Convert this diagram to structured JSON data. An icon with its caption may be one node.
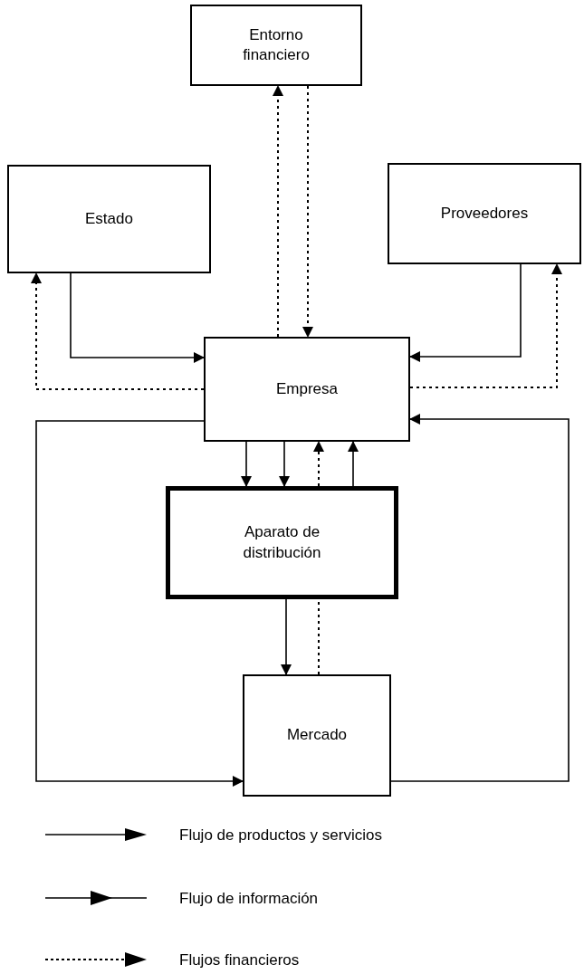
{
  "diagram": {
    "nodes": [
      {
        "text": [
          "Entorno financiero"
        ]
      },
      {
        "text": [
          "Estado"
        ]
      },
      {
        "text": [
          "Proveedores"
        ]
      },
      {
        "text": [
          "Empresa"
        ]
      },
      {
        "text": [
          "Aparato de distribución"
        ]
      },
      {
        "text": [
          "Mercado"
        ]
      }
    ],
    "edges": [
      {
        "from": 3,
        "to": 0,
        "arrow": "to",
        "style": "dashed"
      },
      {
        "from": 0,
        "to": 3,
        "arrow": "to",
        "style": "dashed"
      },
      {
        "from": 1,
        "to": 3,
        "arrow": "to"
      },
      {
        "from": 3,
        "to": 1,
        "arrow": "to",
        "style": "dashed"
      },
      {
        "from": 2,
        "to": 3,
        "arrow": "to"
      },
      {
        "from": 3,
        "to": 2,
        "arrow": "to",
        "style": "dashed"
      },
      {
        "from": 3,
        "to": 4,
        "arrow": "to"
      },
      {
        "from": 3,
        "to": 4,
        "arrow": "to"
      },
      {
        "from": 4,
        "to": 3,
        "arrow": "to",
        "style": "dashed"
      },
      {
        "from": 4,
        "to": 3,
        "arrow": "to"
      },
      {
        "from": 4,
        "to": 5,
        "arrow": "to"
      },
      {
        "from": 5,
        "to": 4,
        "arrow": "none",
        "style": "dashed"
      },
      {
        "from": 3,
        "to": 5,
        "arrow": "to"
      },
      {
        "from": 5,
        "to": 3,
        "arrow": "to"
      }
    ],
    "legend": [
      {
        "text": "Flujo de productos y servicios"
      },
      {
        "text": "Flujo de información"
      },
      {
        "text": "Flujos financieros"
      }
    ]
  }
}
